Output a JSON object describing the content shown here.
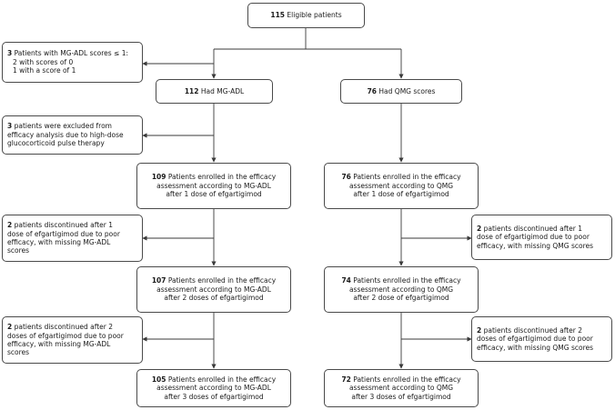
{
  "nodes": {
    "eligible": {
      "count": "115",
      "lines": [
        "Eligible patients"
      ]
    },
    "excluded_adl": {
      "count": "3",
      "lines": [
        "Patients with MG-ADL scores ≤ 1:",
        "2 with scores of 0",
        "1 with a score of 1"
      ]
    },
    "had_adl": {
      "count": "112",
      "lines": [
        "Had MG-ADL"
      ]
    },
    "had_qmg": {
      "count": "76",
      "lines": [
        "Had QMG scores"
      ]
    },
    "excluded_gc": {
      "count": "3",
      "lines": [
        "patients were excluded from",
        "efficacy analysis due to high-dose",
        "glucocorticoid pulse therapy"
      ]
    },
    "adl_dose1": {
      "count": "109",
      "lines": [
        "Patients enrolled in the efficacy",
        "assessment according to MG-ADL",
        "after 1 dose of efgartigimod"
      ]
    },
    "qmg_dose1": {
      "count": "76",
      "lines": [
        "Patients enrolled in the efficacy",
        "assessment according to QMG",
        "after 1 dose of efgartigimod"
      ]
    },
    "adl_disc1": {
      "count": "2",
      "lines": [
        "patients discontinued after 1",
        "dose of efgartigimod due to poor",
        "efficacy, with missing MG-ADL",
        "scores"
      ]
    },
    "qmg_disc1": {
      "count": "2",
      "lines": [
        "patients discontinued after 1",
        "dose of efgartigimod due to poor",
        "efficacy, with missing QMG scores"
      ]
    },
    "adl_dose2": {
      "count": "107",
      "lines": [
        "Patients enrolled in the efficacy",
        "assessment according to MG-ADL",
        "after 2 doses of efgartigimod"
      ]
    },
    "qmg_dose2": {
      "count": "74",
      "lines": [
        "Patients enrolled in the efficacy",
        "assessment according to QMG",
        "after 2 dose of efgartigimod"
      ]
    },
    "adl_disc2": {
      "count": "2",
      "lines": [
        "patients discontinued after 2",
        "doses of efgartigimod due to poor",
        "efficacy, with missing MG-ADL",
        "scores"
      ]
    },
    "qmg_disc2": {
      "count": "2",
      "lines": [
        "patients discontinued after 2",
        "doses of efgartigimod due to poor",
        "efficacy, with missing QMG scores"
      ]
    },
    "adl_dose3": {
      "count": "105",
      "lines": [
        "Patients enrolled in the efficacy",
        "assessment according to MG-ADL",
        "after 3 doses of efgartigimod"
      ]
    },
    "qmg_dose3": {
      "count": "72",
      "lines": [
        "Patients enrolled in the efficacy",
        "assessment according to QMG",
        "after 3 doses of efgartigimod"
      ]
    }
  },
  "colors": {
    "border": "#4a4a4a",
    "line": "#3a3a3a",
    "text": "#1a1a1a"
  }
}
